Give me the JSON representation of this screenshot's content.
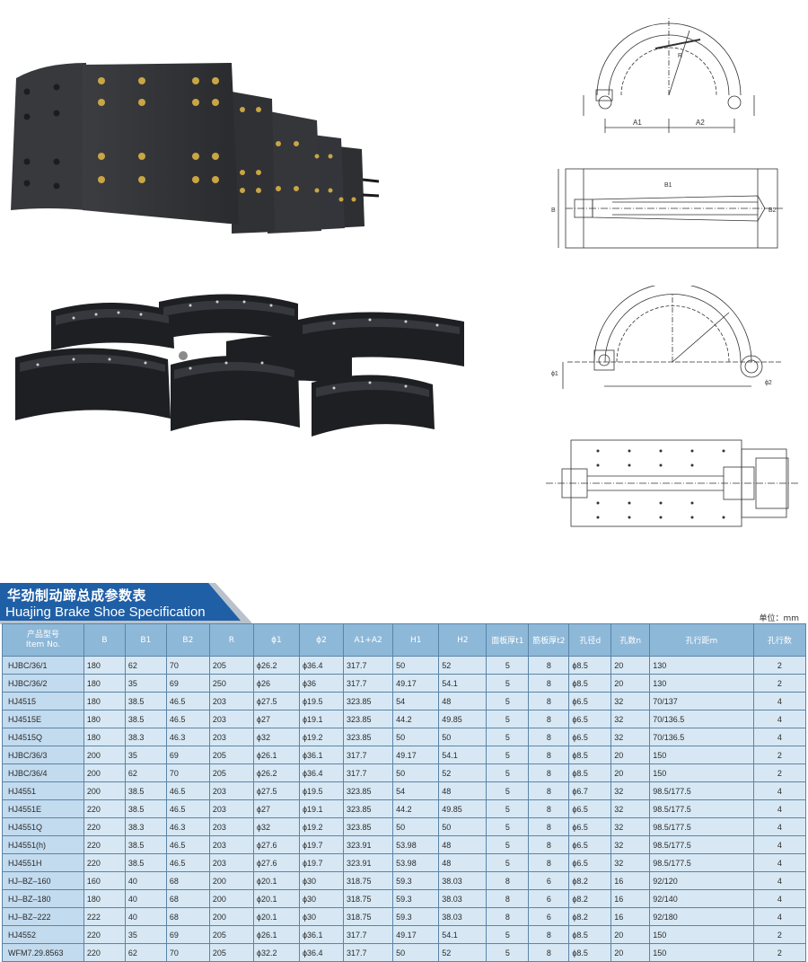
{
  "spec": {
    "title_cn": "华劲制动蹄总成参数表",
    "title_en": "Huajing Brake Shoe Specification",
    "unit_note": "单位：mm",
    "columns": [
      {
        "key": "model",
        "label": "产品型号",
        "label2": "Item No."
      },
      {
        "key": "B",
        "label": "B"
      },
      {
        "key": "B1",
        "label": "B1"
      },
      {
        "key": "B2",
        "label": "B2"
      },
      {
        "key": "R",
        "label": "R"
      },
      {
        "key": "phi1",
        "label": "ϕ1"
      },
      {
        "key": "phi2",
        "label": "ϕ2"
      },
      {
        "key": "A1A2",
        "label": "A1+A2"
      },
      {
        "key": "H1",
        "label": "H1"
      },
      {
        "key": "H2",
        "label": "H2"
      },
      {
        "key": "t1",
        "label": "面板厚t1"
      },
      {
        "key": "t2",
        "label": "筋板厚t2"
      },
      {
        "key": "d",
        "label": "孔径d"
      },
      {
        "key": "n",
        "label": "孔数n"
      },
      {
        "key": "m",
        "label": "孔行距m"
      },
      {
        "key": "rows",
        "label": "孔行数"
      }
    ],
    "rows": [
      [
        "HJBC/36/1",
        "180",
        "62",
        "70",
        "205",
        "ϕ26.2",
        "ϕ36.4",
        "317.7",
        "50",
        "52",
        "5",
        "8",
        "ϕ8.5",
        "20",
        "130",
        "2"
      ],
      [
        "HJBC/36/2",
        "180",
        "35",
        "69",
        "250",
        "ϕ26",
        "ϕ36",
        "317.7",
        "49.17",
        "54.1",
        "5",
        "8",
        "ϕ8.5",
        "20",
        "130",
        "2"
      ],
      [
        "HJ4515",
        "180",
        "38.5",
        "46.5",
        "203",
        "ϕ27.5",
        "ϕ19.5",
        "323.85",
        "54",
        "48",
        "5",
        "8",
        "ϕ6.5",
        "32",
        "70/137",
        "4"
      ],
      [
        "HJ4515E",
        "180",
        "38.5",
        "46.5",
        "203",
        "ϕ27",
        "ϕ19.1",
        "323.85",
        "44.2",
        "49.85",
        "5",
        "8",
        "ϕ6.5",
        "32",
        "70/136.5",
        "4"
      ],
      [
        "HJ4515Q",
        "180",
        "38.3",
        "46.3",
        "203",
        "ϕ32",
        "ϕ19.2",
        "323.85",
        "50",
        "50",
        "5",
        "8",
        "ϕ6.5",
        "32",
        "70/136.5",
        "4"
      ],
      [
        "HJBC/36/3",
        "200",
        "35",
        "69",
        "205",
        "ϕ26.1",
        "ϕ36.1",
        "317.7",
        "49.17",
        "54.1",
        "5",
        "8",
        "ϕ8.5",
        "20",
        "150",
        "2"
      ],
      [
        "HJBC/36/4",
        "200",
        "62",
        "70",
        "205",
        "ϕ26.2",
        "ϕ36.4",
        "317.7",
        "50",
        "52",
        "5",
        "8",
        "ϕ8.5",
        "20",
        "150",
        "2"
      ],
      [
        "HJ4551",
        "200",
        "38.5",
        "46.5",
        "203",
        "ϕ27.5",
        "ϕ19.5",
        "323.85",
        "54",
        "48",
        "5",
        "8",
        "ϕ6.7",
        "32",
        "98.5/177.5",
        "4"
      ],
      [
        "HJ4551E",
        "220",
        "38.5",
        "46.5",
        "203",
        "ϕ27",
        "ϕ19.1",
        "323.85",
        "44.2",
        "49.85",
        "5",
        "8",
        "ϕ6.5",
        "32",
        "98.5/177.5",
        "4"
      ],
      [
        "HJ4551Q",
        "220",
        "38.3",
        "46.3",
        "203",
        "ϕ32",
        "ϕ19.2",
        "323.85",
        "50",
        "50",
        "5",
        "8",
        "ϕ6.5",
        "32",
        "98.5/177.5",
        "4"
      ],
      [
        "HJ4551(h)",
        "220",
        "38.5",
        "46.5",
        "203",
        "ϕ27.6",
        "ϕ19.7",
        "323.91",
        "53.98",
        "48",
        "5",
        "8",
        "ϕ6.5",
        "32",
        "98.5/177.5",
        "4"
      ],
      [
        "HJ4551H",
        "220",
        "38.5",
        "46.5",
        "203",
        "ϕ27.6",
        "ϕ19.7",
        "323.91",
        "53.98",
        "48",
        "5",
        "8",
        "ϕ6.5",
        "32",
        "98.5/177.5",
        "4"
      ],
      [
        "HJ–BZ–160",
        "160",
        "40",
        "68",
        "200",
        "ϕ20.1",
        "ϕ30",
        "318.75",
        "59.3",
        "38.03",
        "8",
        "6",
        "ϕ8.2",
        "16",
        "92/120",
        "4"
      ],
      [
        "HJ–BZ–180",
        "180",
        "40",
        "68",
        "200",
        "ϕ20.1",
        "ϕ30",
        "318.75",
        "59.3",
        "38.03",
        "8",
        "6",
        "ϕ8.2",
        "16",
        "92/140",
        "4"
      ],
      [
        "HJ–BZ–222",
        "222",
        "40",
        "68",
        "200",
        "ϕ20.1",
        "ϕ30",
        "318.75",
        "59.3",
        "38.03",
        "8",
        "6",
        "ϕ8.2",
        "16",
        "92/180",
        "4"
      ],
      [
        "HJ4552",
        "220",
        "35",
        "69",
        "205",
        "ϕ26.1",
        "ϕ36.1",
        "317.7",
        "49.17",
        "54.1",
        "5",
        "8",
        "ϕ8.5",
        "20",
        "150",
        "2"
      ],
      [
        "WFM7.29.8563",
        "220",
        "62",
        "70",
        "205",
        "ϕ32.2",
        "ϕ36.4",
        "317.7",
        "50",
        "52",
        "5",
        "8",
        "ϕ8.5",
        "20",
        "150",
        "2"
      ]
    ]
  },
  "drawing_labels": {
    "a1": "A1",
    "a2": "A2",
    "b": "B",
    "b1": "B1",
    "b2": "B2",
    "phi1": "ϕ1",
    "phi2": "ϕ2",
    "r": "R"
  },
  "colors": {
    "banner_blue": "#1f5fa6",
    "banner_grey": "#b9c2cc",
    "header_blue": "#8eb8d8",
    "cell_blue": "#d7e8f4",
    "grid_line": "#5b85a8"
  }
}
